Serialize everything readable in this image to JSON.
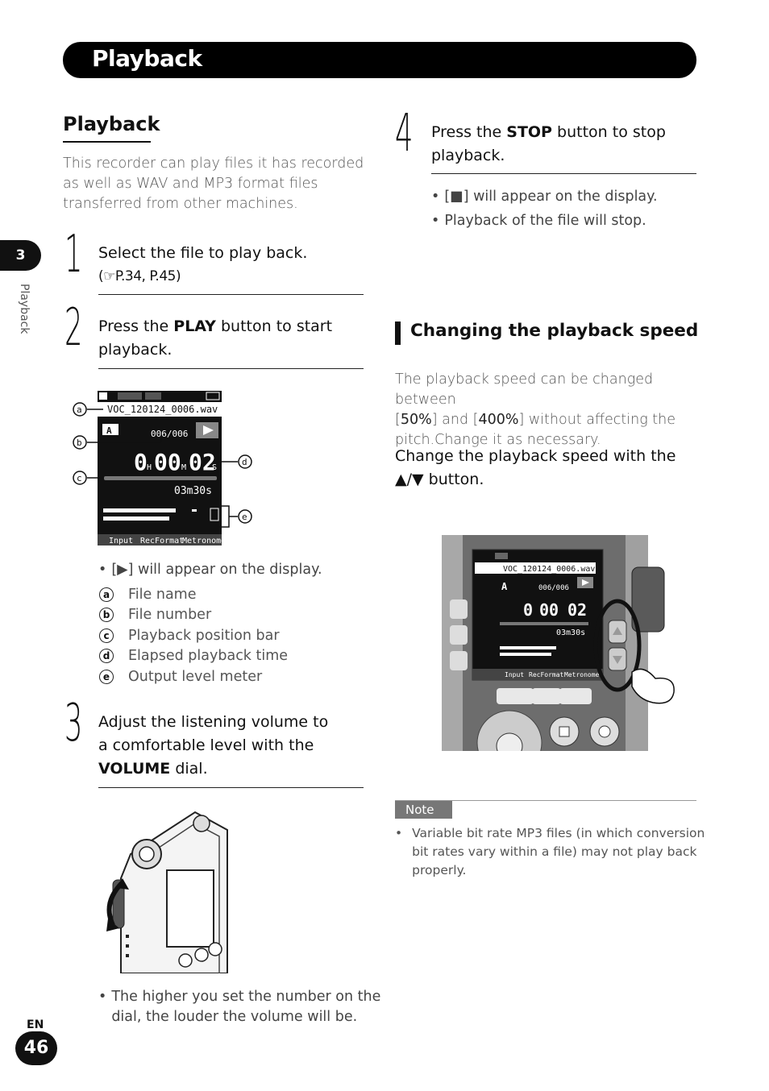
{
  "header": {
    "title": "Playback"
  },
  "side_tab": {
    "chapter": "3",
    "label": "Playback"
  },
  "section": {
    "title": "Playback",
    "intro": "This recorder can play files it has recorded as well as WAV and MP3 format files transferred from other machines."
  },
  "steps": [
    {
      "num": "1",
      "line1": "Select the file to play back.",
      "line2": "(☞P.34, P.45)"
    },
    {
      "num": "2",
      "pre": "Press the ",
      "bold": "PLAY",
      "post": " button to start",
      "line2": "playback."
    },
    {
      "num": "3",
      "line1": "Adjust the listening volume to",
      "line2": "a comfortable level with the",
      "bold": "VOLUME",
      "post": " dial."
    },
    {
      "num": "4",
      "pre": "Press the ",
      "bold": "STOP",
      "post": " button to stop",
      "line2": "playback."
    }
  ],
  "display": {
    "filename": "VOC_120124_0006.wav",
    "file_number": "006/006",
    "time_h": "0",
    "time_m": "00",
    "time_s": "02",
    "total_time": "03m30s",
    "tabs": [
      "Input",
      "RecFormat",
      "Metronome"
    ]
  },
  "play_bullet": "[▶] will appear on the display.",
  "legend": [
    {
      "key": "a",
      "label": "File name"
    },
    {
      "key": "b",
      "label": "File number"
    },
    {
      "key": "c",
      "label": "Playback position bar"
    },
    {
      "key": "d",
      "label": "Elapsed playback time"
    },
    {
      "key": "e",
      "label": "Output level meter"
    }
  ],
  "volume_bullet_1": "The higher you set the number on the",
  "volume_bullet_2": "dial, the louder the volume will be.",
  "stop_bullets": [
    "[■] will appear on the display.",
    "Playback of the file will stop."
  ],
  "speed": {
    "title": "Changing the playback speed",
    "body_1": "The playback speed can be changed between",
    "body_2_pre": "[",
    "body_2_a": "50%",
    "body_2_mid": "] and [",
    "body_2_b": "400%",
    "body_2_post": "] without affecting the",
    "body_3": "pitch.Change it as necessary.",
    "instr_1": "Change the playback speed with the",
    "instr_2": "▲/▼ button."
  },
  "note": {
    "tag": "Note",
    "line1": "Variable bit rate MP3 files (in which conversion",
    "line2": "bit rates vary within a file) may not play back",
    "line3": "properly."
  },
  "footer": {
    "lang": "EN",
    "page": "46"
  }
}
